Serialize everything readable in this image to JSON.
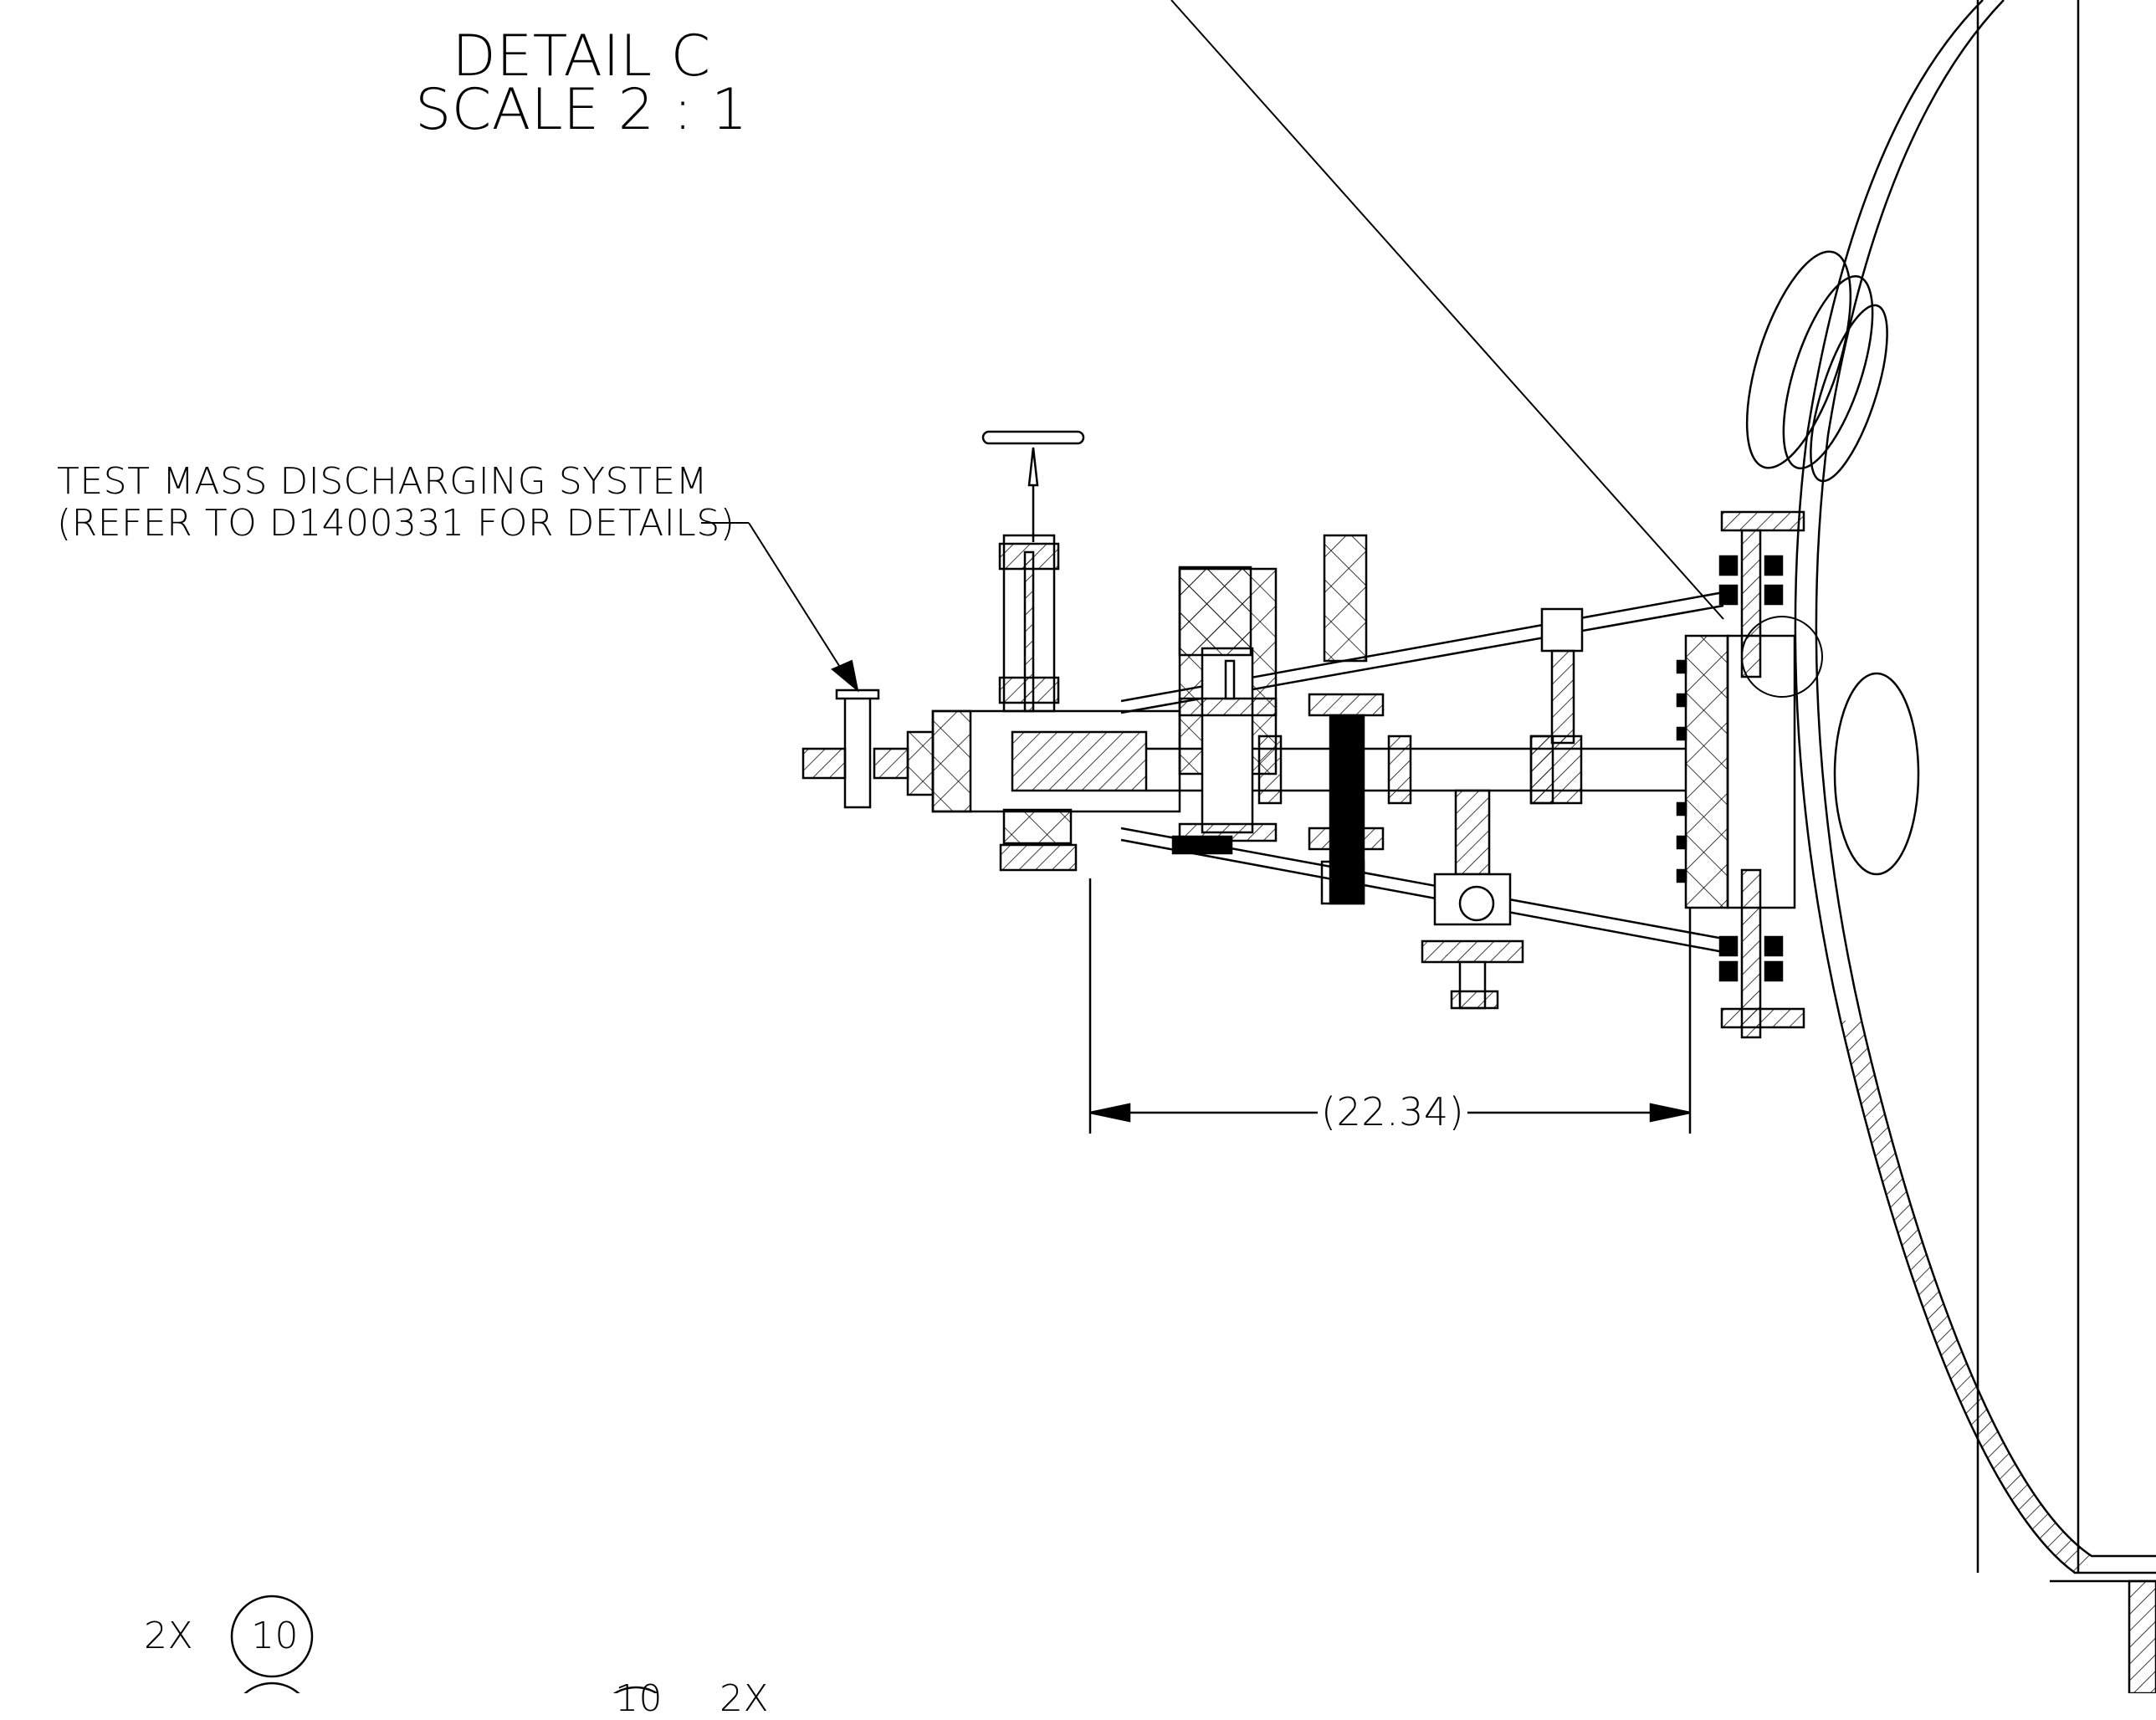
{
  "detail": {
    "title": "DETAIL C",
    "scale": "SCALE 2 : 1"
  },
  "note": {
    "line1": "TEST MASS DISCHARGING SYSTEM",
    "line2": "(REFER TO D1400331 FOR DETAILS)"
  },
  "dimension": {
    "value": "22.34",
    "display": "(22.34)"
  },
  "balloons": [
    {
      "qty": "2X",
      "item": "10"
    },
    {
      "qty": "2X",
      "item": "10"
    }
  ]
}
